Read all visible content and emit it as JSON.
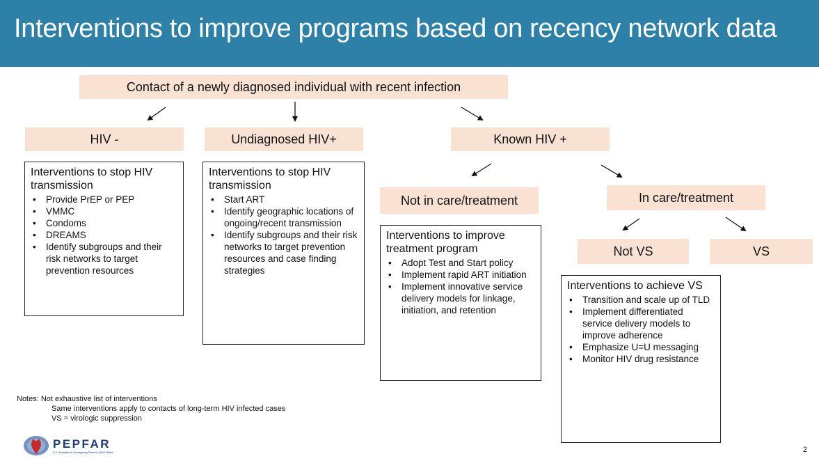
{
  "title": "Interventions to improve programs based on recency network data",
  "nodes": {
    "root": "Contact of a newly diagnosed individual with recent infection",
    "hiv_neg": "HIV -",
    "undiagnosed": "Undiagnosed HIV+",
    "known_pos": "Known HIV +",
    "not_in_care": "Not in care/treatment",
    "in_care": "In care/treatment",
    "not_vs": "Not VS",
    "vs": "VS"
  },
  "boxes": {
    "hiv_neg": {
      "title": "Interventions to stop HIV transmission",
      "items": [
        "Provide PrEP or PEP",
        "VMMC",
        "Condoms",
        "DREAMS",
        "Identify subgroups and their risk networks to target prevention resources"
      ]
    },
    "undiagnosed": {
      "title": "Interventions to stop HIV transmission",
      "items": [
        "Start ART",
        "Identify geographic locations of ongoing/recent transmission",
        "Identify subgroups and their risk networks to target prevention resources and case finding strategies"
      ]
    },
    "not_in_care": {
      "title": "Interventions to improve treatment program",
      "items": [
        "Adopt Test and Start policy",
        "Implement rapid ART initiation",
        "Implement innovative service delivery models for linkage, initiation, and retention"
      ]
    },
    "not_vs": {
      "title": "Interventions to achieve VS",
      "items": [
        "Transition and scale up of TLD",
        "Implement differentiated service delivery models to improve adherence",
        "Emphasize U=U messaging",
        "Monitor HIV drug resistance"
      ]
    }
  },
  "notes": {
    "line1": "Notes:  Not exhaustive  list of interventions",
    "line2": "Same interventions  apply to contacts of long-term HIV infected cases",
    "line3": "VS = virologic suppression"
  },
  "logo_text": "PEPFAR",
  "logo_subtext": "U.S. President's Emergency Plan for AIDS Relief",
  "page_number": "2",
  "colors": {
    "header": "#2d80a8",
    "node_fill": "#f9e2d2"
  }
}
